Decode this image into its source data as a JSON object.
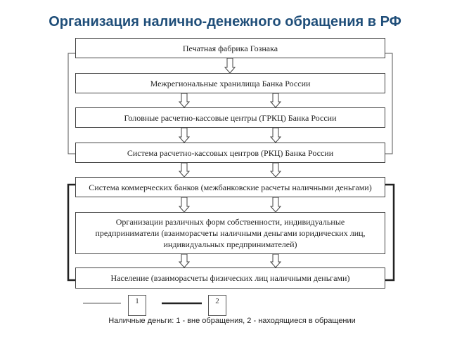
{
  "title": "Организация налично-денежного обращения в РФ",
  "boxes": [
    "Печатная фабрика Гознака",
    "Межрегиональные хранилища Банка России",
    "Головные расчетно-кассовые центры (ГРКЦ) Банка России",
    "Система расчетно-кассовых центров (РКЦ) Банка России",
    "Система коммерческих банков (межбанковские расчеты наличными деньгами)",
    "Организации различных форм собственности, индивидуальные предприниматели (взаиморасчеты наличными деньгами юридических лиц, индивидуальных предпринимателей)",
    "Население (взаиморасчеты физических лиц наличными деньгами)"
  ],
  "legend": {
    "item1": "1",
    "item2": "2",
    "caption": "Наличные деньги: 1 - вне обращения, 2 - находящиеся в обращении"
  }
}
